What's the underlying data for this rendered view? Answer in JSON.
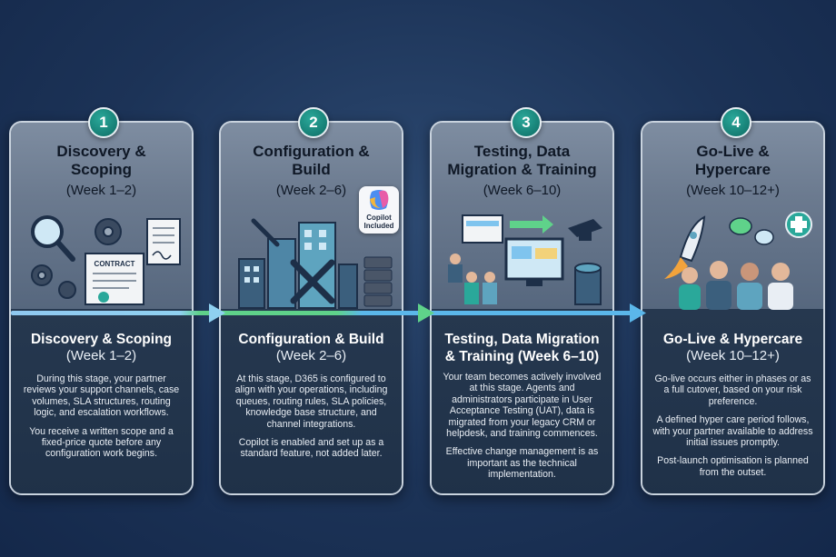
{
  "stages": [
    {
      "number": "1",
      "title_top": "Discovery &\nScoping",
      "week_top": "(Week 1–2)",
      "title_bottom": "Discovery & Scoping",
      "week_bottom": "(Week 1–2)",
      "paragraphs": [
        "During this stage, your partner reviews your support channels, case volumes, SLA structures, routing logic, and escalation workflows.",
        "You receive a written scope and a fixed-price quote before any configuration work begins."
      ],
      "illustration_labels": {
        "contract": "CONTRACT"
      }
    },
    {
      "number": "2",
      "title_top": "Configuration &\nBuild",
      "week_top": "(Week 2–6)",
      "title_bottom": "Configuration & Build",
      "week_bottom": "(Week 2–6)",
      "paragraphs": [
        "At this stage, D365 is configured to align with your operations, including queues, routing rules, SLA policies, knowledge base structure, and channel integrations.",
        "Copilot is enabled and set up as a standard feature, not added later."
      ],
      "badge_label": "Copilot\nIncluded"
    },
    {
      "number": "3",
      "title_top": "Testing, Data\nMigration & Training",
      "week_top": "(Week 6–10)",
      "title_bottom": "Testing, Data Migration & Training (Week 6–10)",
      "week_bottom": "",
      "paragraphs": [
        "Your team becomes actively involved at this stage. Agents and administrators participate in User Acceptance Testing (UAT), data is migrated from your legacy CRM or helpdesk, and training commences.",
        "Effective change management is as important as the technical implementation."
      ]
    },
    {
      "number": "4",
      "title_top": "Go-Live &\nHypercare",
      "week_top": "(Week 10–12+)",
      "title_bottom": "Go-Live & Hypercare",
      "week_bottom": "(Week 10–12+)",
      "paragraphs": [
        "Go-live occurs either in phases or as a full cutover, based on your risk preference.",
        "A defined hyper care period follows, with your partner available to address initial issues promptly.",
        "Post-launch optimisation is planned from the outset."
      ]
    }
  ],
  "colors": {
    "badge": "#167e74",
    "flow_blue": "#7fc4ee",
    "flow_green": "#5fd28a",
    "accent_teal": "#2aa89a"
  }
}
